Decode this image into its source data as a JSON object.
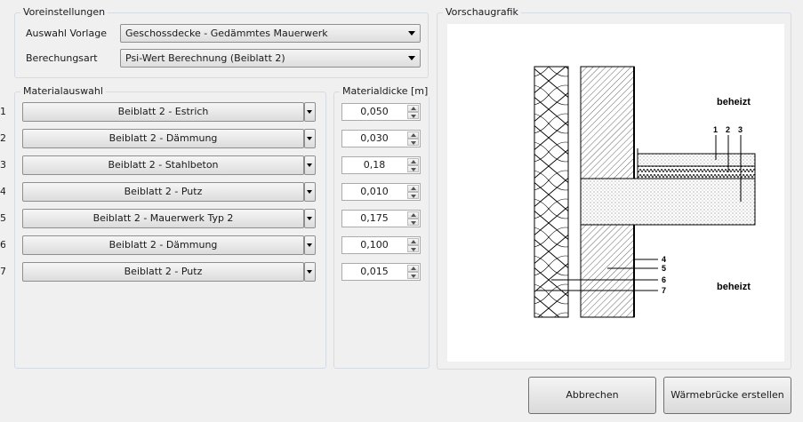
{
  "preset": {
    "title": "Voreinstellungen",
    "template_label": "Auswahl Vorlage",
    "template_value": "Geschossdecke - Gedämmtes Mauerwerk",
    "calc_label": "Berechungsart",
    "calc_value": "Psi-Wert Berechnung (Beiblatt 2)"
  },
  "materials": {
    "title": "Materialauswahl",
    "thickness_title": "Materialdicke [m]",
    "rows": [
      {
        "index": "1",
        "material": "Beiblatt 2 - Estrich",
        "thickness": "0,050"
      },
      {
        "index": "2",
        "material": "Beiblatt 2 - Dämmung",
        "thickness": "0,030"
      },
      {
        "index": "3",
        "material": "Beiblatt 2 - Stahlbeton",
        "thickness": "0,18"
      },
      {
        "index": "4",
        "material": "Beiblatt 2 - Putz",
        "thickness": "0,010"
      },
      {
        "index": "5",
        "material": "Beiblatt 2 - Mauerwerk Typ 2",
        "thickness": "0,175"
      },
      {
        "index": "6",
        "material": "Beiblatt 2 - Dämmung",
        "thickness": "0,100"
      },
      {
        "index": "7",
        "material": "Beiblatt 2 - Putz",
        "thickness": "0,015"
      }
    ]
  },
  "preview": {
    "title": "Vorschaugrafik",
    "label_top": "beheizt",
    "label_bottom": "beheizt",
    "callouts_top": [
      "1",
      "2",
      "3"
    ],
    "callouts_side": [
      "4",
      "5",
      "6",
      "7"
    ]
  },
  "buttons": {
    "cancel": "Abbrechen",
    "create": "Wärmebrücke erstellen"
  }
}
